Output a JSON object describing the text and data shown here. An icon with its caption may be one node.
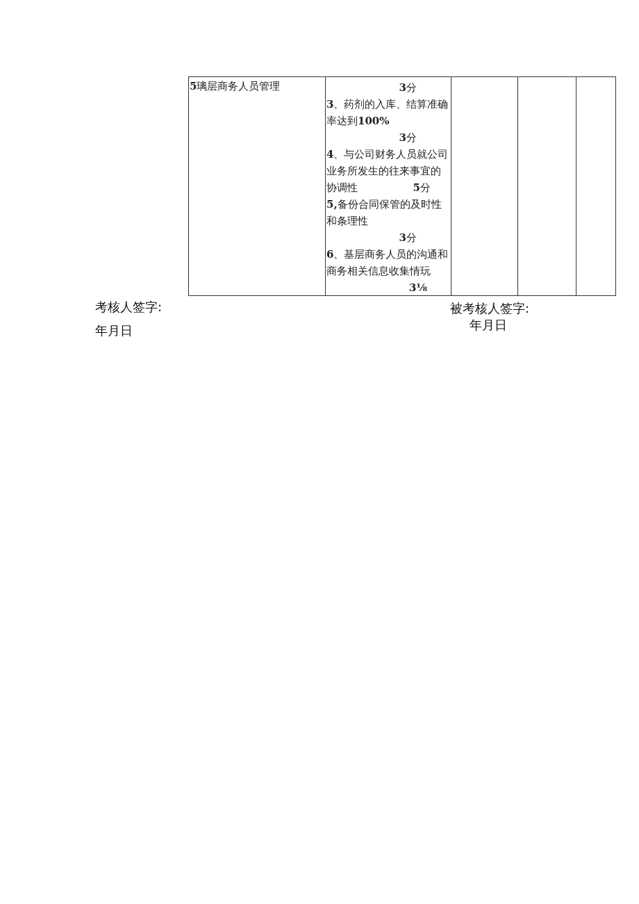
{
  "diagram": {
    "labels": [
      "**5**璃层商务人员管理",
      "**3**分",
      "**3**、药剂的入库、结算准确率达到**100%**",
      "**3**分",
      "**4**、与公司财务人员就公司业务所发生的往来事宜的协调性",
      "**5**分",
      "**5,**备份合同保管的及时性和条理性",
      "**3**分",
      "**6**、基层商务人员的沟通和商务相关信息收集情玩",
      "**3⅛**",
      "考核人签字:",
      "年月日",
      "被考核人签字:",
      "年月日"
    ]
  }
}
